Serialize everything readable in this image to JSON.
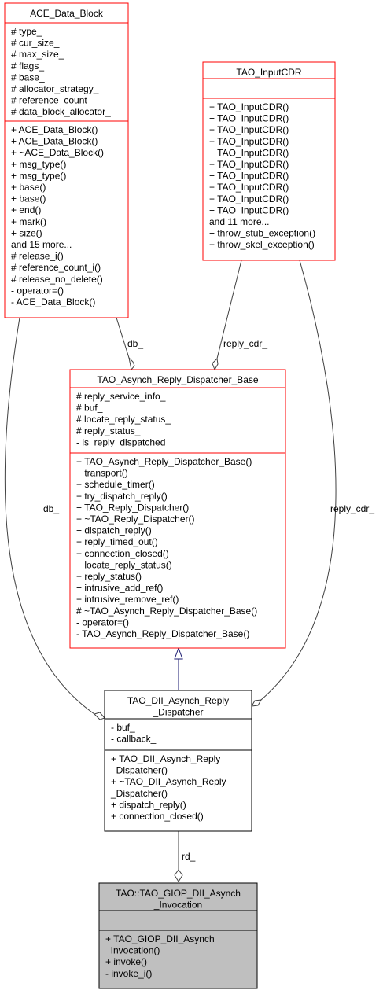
{
  "classes": {
    "ace_data_block": {
      "title": [
        "ACE_Data_Block"
      ],
      "attributes": [
        "# type_",
        "# cur_size_",
        "# max_size_",
        "# flags_",
        "# base_",
        "# allocator_strategy_",
        "# reference_count_",
        "# data_block_allocator_"
      ],
      "methods": [
        "+ ACE_Data_Block()",
        "+ ACE_Data_Block()",
        "+ ~ACE_Data_Block()",
        "+ msg_type()",
        "+ msg_type()",
        "+ base()",
        "+ base()",
        "+ end()",
        "+ mark()",
        "+ size()",
        "and 15 more...",
        "# release_i()",
        "# reference_count_i()",
        "# release_no_delete()",
        "- operator=()",
        "- ACE_Data_Block()"
      ],
      "border_color": "#ff0000",
      "fill_color": "#ffffff"
    },
    "tao_input_cdr": {
      "title": [
        "TAO_InputCDR"
      ],
      "attributes": [],
      "methods": [
        "+ TAO_InputCDR()",
        "+ TAO_InputCDR()",
        "+ TAO_InputCDR()",
        "+ TAO_InputCDR()",
        "+ TAO_InputCDR()",
        "+ TAO_InputCDR()",
        "+ TAO_InputCDR()",
        "+ TAO_InputCDR()",
        "+ TAO_InputCDR()",
        "+ TAO_InputCDR()",
        "and 11 more...",
        "+ throw_stub_exception()",
        "+ throw_skel_exception()"
      ],
      "border_color": "#ff0000",
      "fill_color": "#ffffff"
    },
    "reply_dispatcher_base": {
      "title": [
        "TAO_Asynch_Reply_Dispatcher_Base"
      ],
      "attributes": [
        "# reply_service_info_",
        "# buf_",
        "# locate_reply_status_",
        "# reply_status_",
        "- is_reply_dispatched_"
      ],
      "methods": [
        "+ TAO_Asynch_Reply_Dispatcher_Base()",
        "+ transport()",
        "+ schedule_timer()",
        "+ try_dispatch_reply()",
        "+ TAO_Reply_Dispatcher()",
        "+ ~TAO_Reply_Dispatcher()",
        "+ dispatch_reply()",
        "+ reply_timed_out()",
        "+ connection_closed()",
        "+ locate_reply_status()",
        "+ reply_status()",
        "+ intrusive_add_ref()",
        "+ intrusive_remove_ref()",
        "# ~TAO_Asynch_Reply_Dispatcher_Base()",
        "- operator=()",
        "- TAO_Asynch_Reply_Dispatcher_Base()"
      ],
      "border_color": "#ff0000",
      "fill_color": "#ffffff"
    },
    "dii_reply_dispatcher": {
      "title": [
        "TAO_DII_Asynch_Reply",
        "_Dispatcher"
      ],
      "attributes": [
        "- buf_",
        "- callback_"
      ],
      "methods": [
        "+ TAO_DII_Asynch_Reply",
        "_Dispatcher()",
        "+ ~TAO_DII_Asynch_Reply",
        "_Dispatcher()",
        "+ dispatch_reply()",
        "+ connection_closed()"
      ],
      "border_color": "#000000",
      "fill_color": "#ffffff"
    },
    "giop_dii_invocation": {
      "title": [
        "TAO::TAO_GIOP_DII_Asynch",
        "_Invocation"
      ],
      "attributes": [],
      "methods": [
        "+ TAO_GIOP_DII_Asynch",
        "_Invocation()",
        "+ invoke()",
        "- invoke_i()"
      ],
      "border_color": "#000000",
      "fill_color": "#bfbfbf"
    }
  },
  "edges": {
    "db_to_base": {
      "label": "db_",
      "kind": "aggregation",
      "color": "#404040"
    },
    "cdr_to_base": {
      "label": "reply_cdr_",
      "kind": "aggregation",
      "color": "#404040"
    },
    "db_to_dii": {
      "label": "db_",
      "kind": "aggregation",
      "color": "#404040"
    },
    "cdr_to_dii": {
      "label": "reply_cdr_",
      "kind": "aggregation",
      "color": "#404040"
    },
    "inheritance": {
      "label": "",
      "kind": "generalization",
      "color": "#191970"
    },
    "rd": {
      "label": "rd_",
      "kind": "aggregation",
      "color": "#404040"
    }
  }
}
